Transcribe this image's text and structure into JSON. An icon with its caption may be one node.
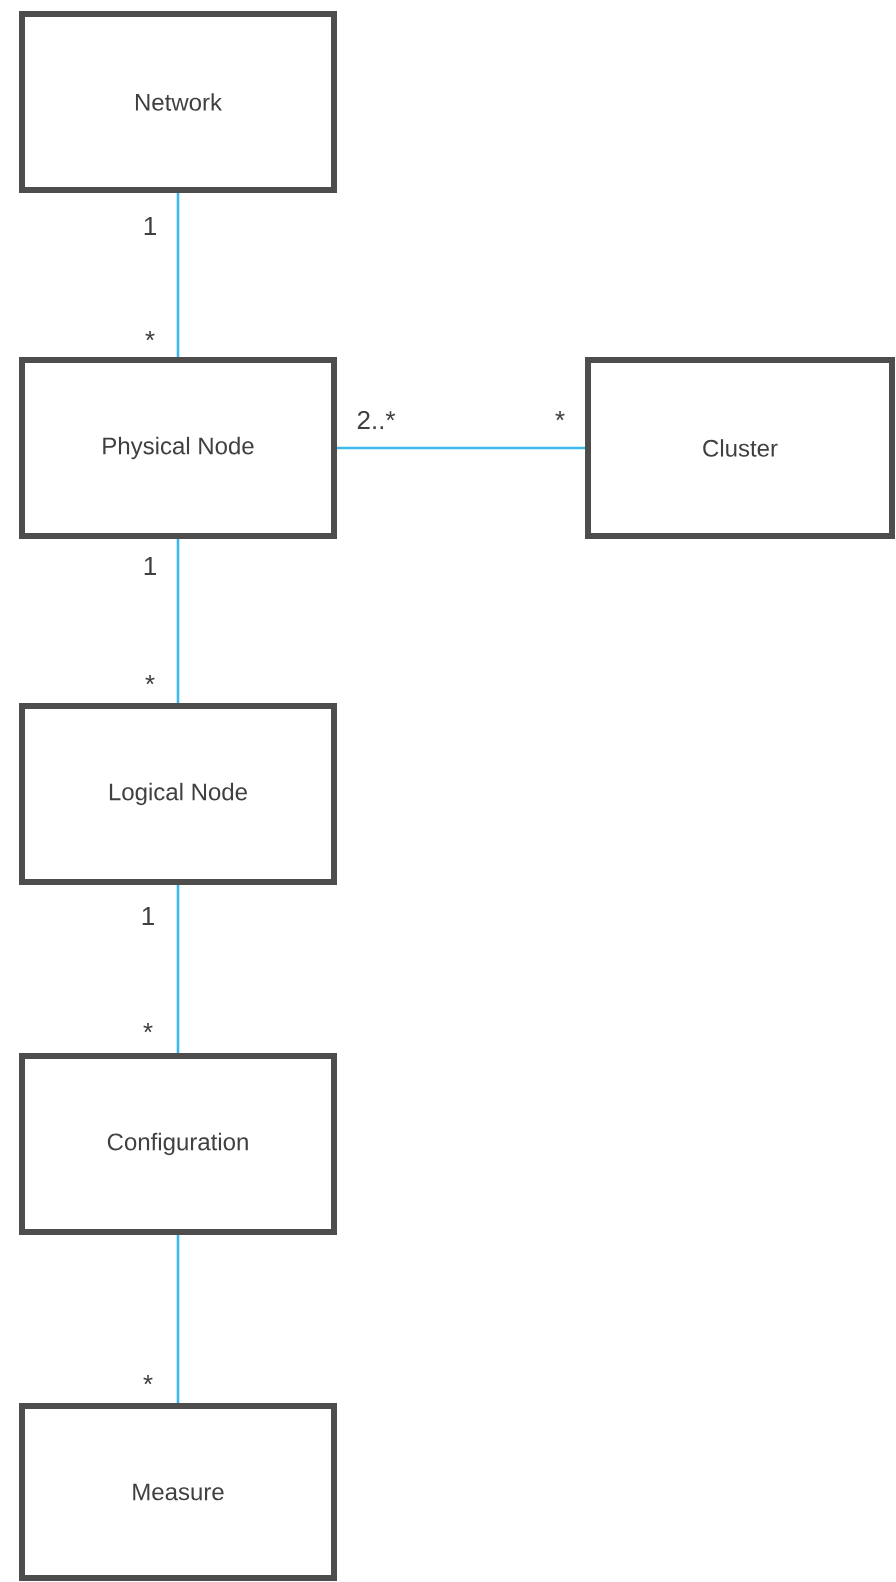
{
  "diagram": {
    "nodes": [
      {
        "text": [
          "Network"
        ]
      },
      {
        "text": [
          "Physical Node"
        ]
      },
      {
        "text": [
          "Cluster"
        ]
      },
      {
        "text": [
          "Logical Node"
        ]
      },
      {
        "text": [
          "Configuration"
        ]
      },
      {
        "text": [
          "Measure"
        ]
      }
    ],
    "edges": [
      {
        "from": 0,
        "to": 1,
        "arrow": "none"
      },
      {
        "from": 1,
        "to": 2,
        "arrow": "none"
      },
      {
        "from": 1,
        "to": 3,
        "arrow": "none"
      },
      {
        "from": 3,
        "to": 4,
        "arrow": "none"
      },
      {
        "from": 4,
        "to": 5,
        "arrow": "none"
      }
    ],
    "labels": [
      "1",
      "*",
      "2..*",
      "*",
      "1",
      "*",
      "1",
      "*",
      "*"
    ]
  }
}
